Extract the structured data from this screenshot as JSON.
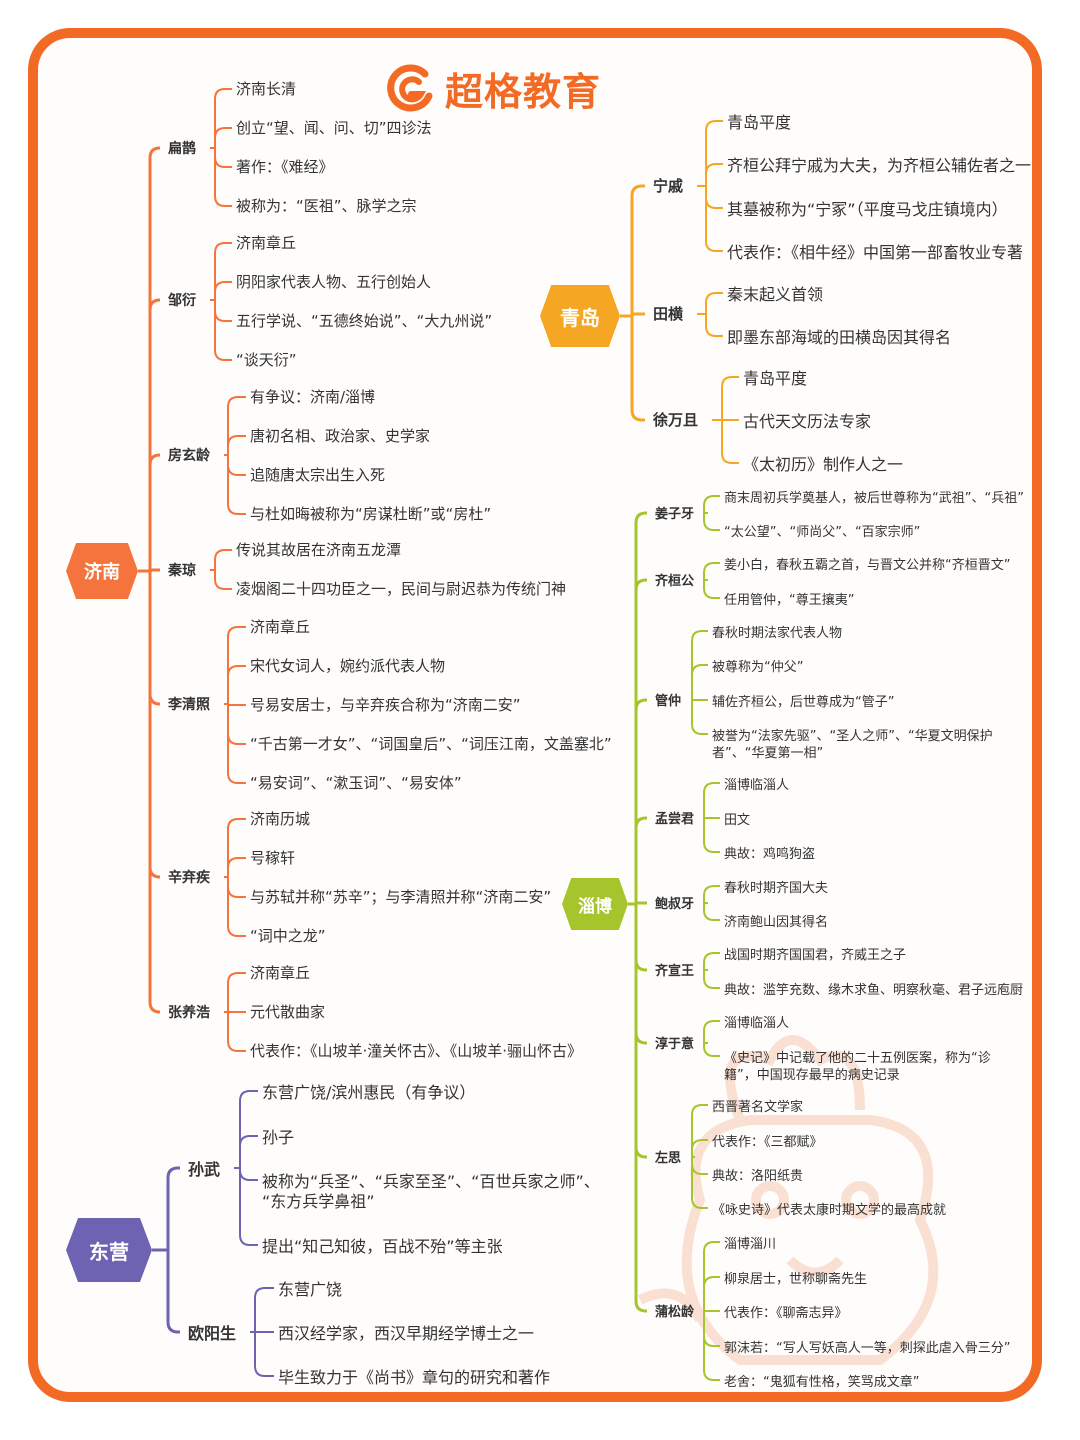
{
  "brand": {
    "name": "超格教育",
    "color": "#f26a24"
  },
  "colors": {
    "jinan": "#f5743d",
    "dongying": "#6e63b3",
    "qingdao": "#f5a623",
    "zibo": "#a6c52c"
  },
  "regions": {
    "jinan": {
      "label": "济南",
      "people": [
        {
          "name": "扁鹊",
          "facts": [
            "济南长清",
            "创立“望、闻、问、切”四诊法",
            "著作：《难经》",
            "被称为：“医祖”、脉学之宗"
          ]
        },
        {
          "name": "邹衍",
          "facts": [
            "济南章丘",
            "阴阳家代表人物、五行创始人",
            "五行学说、“五德终始说”、“大九州说”",
            "“谈天衍”"
          ]
        },
        {
          "name": "房玄龄",
          "facts": [
            "有争议：济南/淄博",
            "唐初名相、政治家、史学家",
            "追随唐太宗出生入死",
            "与杜如晦被称为“房谋杜断”或“房杜”"
          ]
        },
        {
          "name": "秦琼",
          "facts": [
            "传说其故居在济南五龙潭",
            "凌烟阁二十四功臣之一，民间与尉迟恭为传统门神"
          ]
        },
        {
          "name": "李清照",
          "facts": [
            "济南章丘",
            "宋代女词人，婉约派代表人物",
            "号易安居士，与辛弃疾合称为“济南二安”",
            "“千古第一才女”、“词国皇后”、“词压江南，文盖塞北”",
            "“易安词”、“漱玉词”、“易安体”"
          ]
        },
        {
          "name": "辛弃疾",
          "facts": [
            "济南历城",
            "号稼轩",
            "与苏轼并称“苏辛”；与李清照并称“济南二安”",
            "“词中之龙”"
          ]
        },
        {
          "name": "张养浩",
          "facts": [
            "济南章丘",
            "元代散曲家",
            "代表作：《山坡羊·潼关怀古》、《山坡羊·骊山怀古》"
          ]
        }
      ]
    },
    "dongying": {
      "label": "东营",
      "people": [
        {
          "name": "孙武",
          "facts": [
            "东营广饶/滨州惠民（有争议）",
            "孙子",
            "被称为“兵圣”、“兵家至圣”、“百世兵家之师”、",
            "“东方兵学鼻祖”",
            "提出“知己知彼，百战不殆”等主张"
          ]
        },
        {
          "name": "欧阳生",
          "facts": [
            "东营广饶",
            "西汉经学家，西汉早期经学博士之一",
            "毕生致力于《尚书》章句的研究和著作"
          ]
        }
      ]
    },
    "qingdao": {
      "label": "青岛",
      "people": [
        {
          "name": "宁戚",
          "facts": [
            "青岛平度",
            "齐桓公拜宁戚为大夫，为齐桓公辅佐者之一",
            "其墓被称为“宁冢”（平度马戈庄镇境内）",
            "代表作：《相牛经》中国第一部畜牧业专著"
          ]
        },
        {
          "name": "田横",
          "facts": [
            "秦末起义首领",
            "即墨东部海域的田横岛因其得名"
          ]
        },
        {
          "name": "徐万且",
          "facts": [
            "青岛平度",
            "古代天文历法专家",
            "《太初历》制作人之一"
          ]
        }
      ]
    },
    "zibo": {
      "label": "淄博",
      "people": [
        {
          "name": "姜子牙",
          "facts": [
            "商末周初兵学奠基人，被后世尊称为“武祖”、“兵祖”",
            "“太公望”、“师尚父”、“百家宗师”"
          ]
        },
        {
          "name": "齐桓公",
          "facts": [
            "姜小白，春秋五霸之首，与晋文公并称“齐桓晋文”",
            "任用管仲，“尊王攘夷”"
          ]
        },
        {
          "name": "管仲",
          "facts": [
            "春秋时期法家代表人物",
            "被尊称为“仲父”",
            "辅佐齐桓公，后世尊成为“管子”",
            "被誉为“法家先驱”、“圣人之师”、“华夏文明保护",
            "者”、“华夏第一相”"
          ]
        },
        {
          "name": "孟尝君",
          "facts": [
            "淄博临淄人",
            "田文",
            "典故：鸡鸣狗盗"
          ]
        },
        {
          "name": "鲍叔牙",
          "facts": [
            "春秋时期齐国大夫",
            "济南鲍山因其得名"
          ]
        },
        {
          "name": "齐宣王",
          "facts": [
            "战国时期齐国国君，齐威王之子",
            "典故：滥竽充数、缘木求鱼、明察秋毫、君子远庖厨"
          ]
        },
        {
          "name": "淳于意",
          "facts": [
            "淄博临淄人",
            "《史记》中记载了他的二十五例医案，称为“诊",
            "籍”，中国现存最早的病史记录"
          ]
        },
        {
          "name": "左思",
          "facts": [
            "西晋著名文学家",
            "代表作：《三都赋》",
            "典故：洛阳纸贵",
            "《咏史诗》代表太康时期文学的最高成就"
          ]
        },
        {
          "name": "蒲松龄",
          "facts": [
            "淄博淄川",
            "柳泉居士，世称聊斋先生",
            "代表作：《聊斋志异》",
            "郭沫若：“写人写妖高人一等，刺探此虐入骨三分”",
            "老舍：“鬼狐有性格，笑骂成文章”"
          ]
        }
      ]
    }
  }
}
